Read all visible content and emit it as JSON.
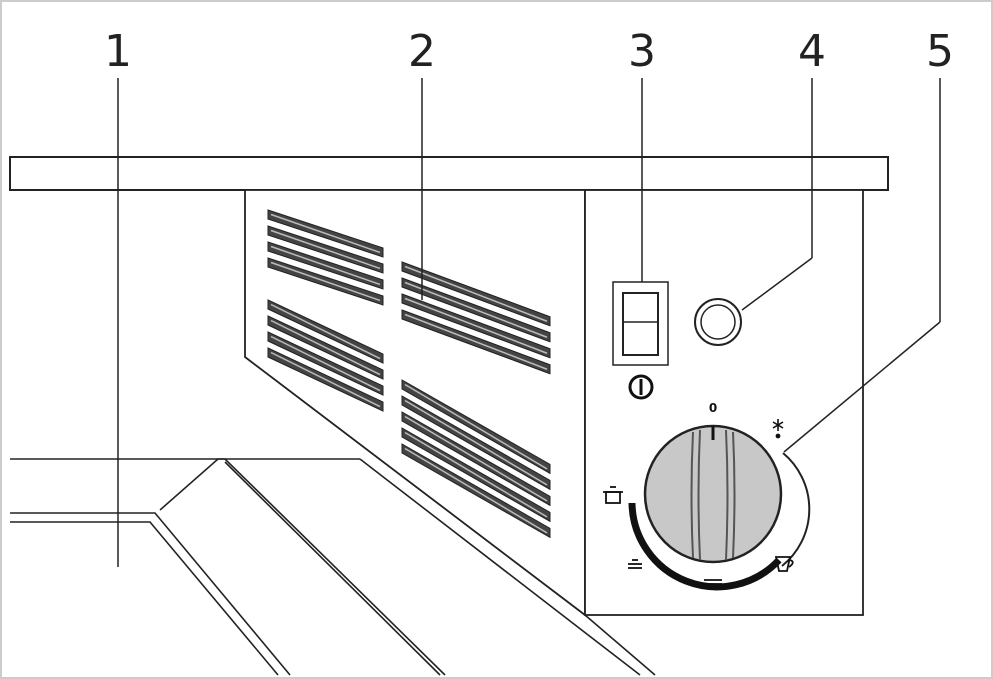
{
  "callouts": [
    {
      "id": "1",
      "label": "1"
    },
    {
      "id": "2",
      "label": "2"
    },
    {
      "id": "3",
      "label": "3"
    },
    {
      "id": "4",
      "label": "4"
    },
    {
      "id": "5",
      "label": "5"
    }
  ],
  "dial": {
    "zero_label": "0",
    "positions": [
      "off",
      "snowflake",
      "cup",
      "grill",
      "lines",
      "pot"
    ]
  },
  "switch": {
    "symbol": "power-on-off-icon"
  },
  "colors": {
    "line": "#222222",
    "fill": "#ffffff",
    "knob": "#c8c8c8",
    "slot": "#444444"
  }
}
